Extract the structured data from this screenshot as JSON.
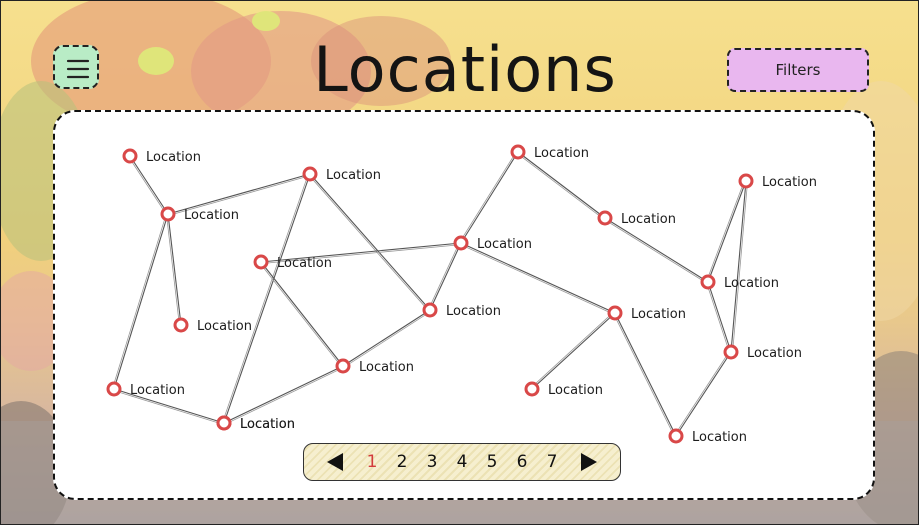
{
  "header": {
    "title": "Locations",
    "menu_icon": "hamburger-menu-icon",
    "filters_label": "Filters"
  },
  "colors": {
    "menu_button": "#b9ecc6",
    "filters_button": "#e9b7ef",
    "marker": "#d94848",
    "active_page": "#d23b3b"
  },
  "map": {
    "marker_icon": "map-pin-icon",
    "locations": [
      {
        "id": "n1",
        "label": "Location"
      },
      {
        "id": "n2",
        "label": "Location"
      },
      {
        "id": "n3",
        "label": "Location"
      },
      {
        "id": "n4",
        "label": "Location"
      },
      {
        "id": "n5",
        "label": "Location"
      },
      {
        "id": "n6",
        "label": "Location"
      },
      {
        "id": "n7",
        "label": "Location"
      },
      {
        "id": "n8",
        "label": "Location"
      },
      {
        "id": "n9",
        "label": "Location"
      },
      {
        "id": "n10",
        "label": "Location"
      },
      {
        "id": "n11",
        "label": "Location"
      },
      {
        "id": "n12",
        "label": "Location"
      },
      {
        "id": "n13",
        "label": "Location"
      },
      {
        "id": "n14",
        "label": "Location"
      },
      {
        "id": "n15",
        "label": "Location"
      },
      {
        "id": "n16",
        "label": "Location"
      },
      {
        "id": "n17",
        "label": "Location"
      },
      {
        "id": "n18",
        "label": "Location"
      },
      {
        "id": "n19",
        "label": "Location"
      }
    ],
    "connections": [
      [
        "n1",
        "n3"
      ],
      [
        "n3",
        "n2"
      ],
      [
        "n3",
        "n6"
      ],
      [
        "n3",
        "n9"
      ],
      [
        "n2",
        "n10"
      ],
      [
        "n2",
        "n11"
      ],
      [
        "n4",
        "n5"
      ],
      [
        "n4",
        "n8"
      ],
      [
        "n8",
        "n11"
      ],
      [
        "n9",
        "n12"
      ],
      [
        "n12",
        "n8"
      ],
      [
        "n7",
        "n5"
      ],
      [
        "n7",
        "n13"
      ],
      [
        "n5",
        "n11"
      ],
      [
        "n5",
        "n14"
      ],
      [
        "n13",
        "n15"
      ],
      [
        "n15",
        "n17"
      ],
      [
        "n16",
        "n15"
      ],
      [
        "n14",
        "n18"
      ],
      [
        "n14",
        "n19"
      ],
      [
        "n17",
        "n16"
      ],
      [
        "n17",
        "n19"
      ]
    ]
  },
  "pagination": {
    "prev_icon": "triangle-left-icon",
    "next_icon": "triangle-right-icon",
    "pages": [
      "1",
      "2",
      "3",
      "4",
      "5",
      "6",
      "7"
    ],
    "current": "1"
  }
}
